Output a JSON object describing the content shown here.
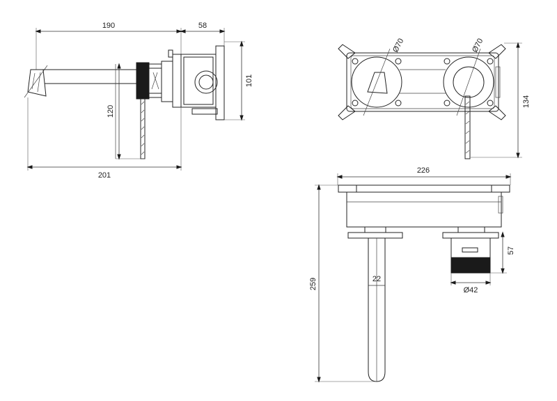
{
  "side_view": {
    "dim_top_left": "190",
    "dim_top_right": "58",
    "dim_right_height": "101",
    "dim_lever_height": "120",
    "dim_overall_length": "201"
  },
  "top_view": {
    "dia_left": "Ø70",
    "dia_right": "Ø70",
    "dim_height": "134"
  },
  "front_view": {
    "dim_width": "226",
    "dim_total_height": "259",
    "dim_spout_dia": "22",
    "dim_handle_height": "57",
    "dim_handle_dia": "Ø42"
  }
}
